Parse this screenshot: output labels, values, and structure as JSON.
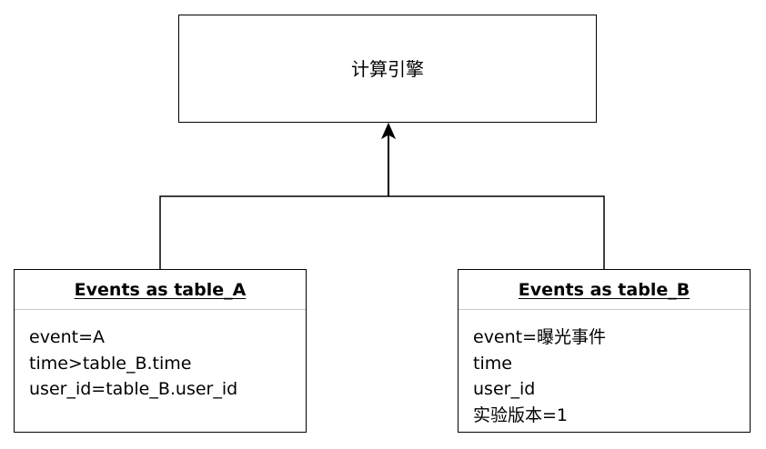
{
  "engine": {
    "label": "计算引擎"
  },
  "table_a": {
    "title": "Events as table_A",
    "fields": [
      "event=A",
      "time>table_B.time",
      "user_id=table_B.user_id"
    ]
  },
  "table_b": {
    "title": "Events as table_B",
    "fields": [
      "event=曝光事件",
      "time",
      "user_id",
      "实验版本=1"
    ]
  },
  "colors": {
    "stroke": "#000000",
    "divider": "#c8c8c8",
    "background": "#ffffff"
  }
}
